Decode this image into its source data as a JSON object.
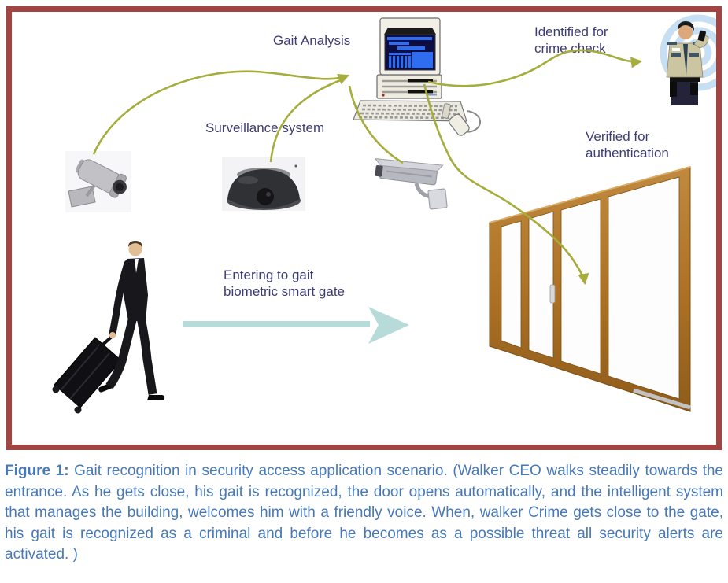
{
  "diagram": {
    "labels": {
      "gait_analysis": "Gait Analysis",
      "surveillance_system": "Surveillance system",
      "identified": {
        "line1": "Identified for",
        "line2": "crime check"
      },
      "verified": {
        "line1": "Verified for",
        "line2": "authentication"
      },
      "entering": {
        "line1": "Entering to gait",
        "line2": "biometric smart gate"
      }
    },
    "icons": [
      "bullet-camera-icon",
      "dome-camera-icon",
      "box-camera-icon",
      "desktop-computer-icon",
      "security-guard-icon",
      "sliding-door-icon",
      "walking-man-suitcase-icon",
      "entry-direction-arrow"
    ],
    "colors": {
      "frame_border": "#a24442",
      "label_text": "#3d3d75",
      "connector_olive": "#a6ad3d",
      "entry_arrow_teal": "#b7dbd9",
      "caption_blue": "#4779b8",
      "door_wood": "#ad7226"
    }
  },
  "caption": {
    "label": "Figure 1:",
    "text": " Gait recognition in security access application scenario. (Walker CEO walks steadily towards the entrance. As he gets close, his gait is recognized, the door opens automatically, and the intelligent system that manages the building, welcomes him with a friendly voice. When, walker Crime gets close to the gate, his gait is recognized as a criminal and before he becomes as a possible threat all security alerts are activated. )"
  }
}
